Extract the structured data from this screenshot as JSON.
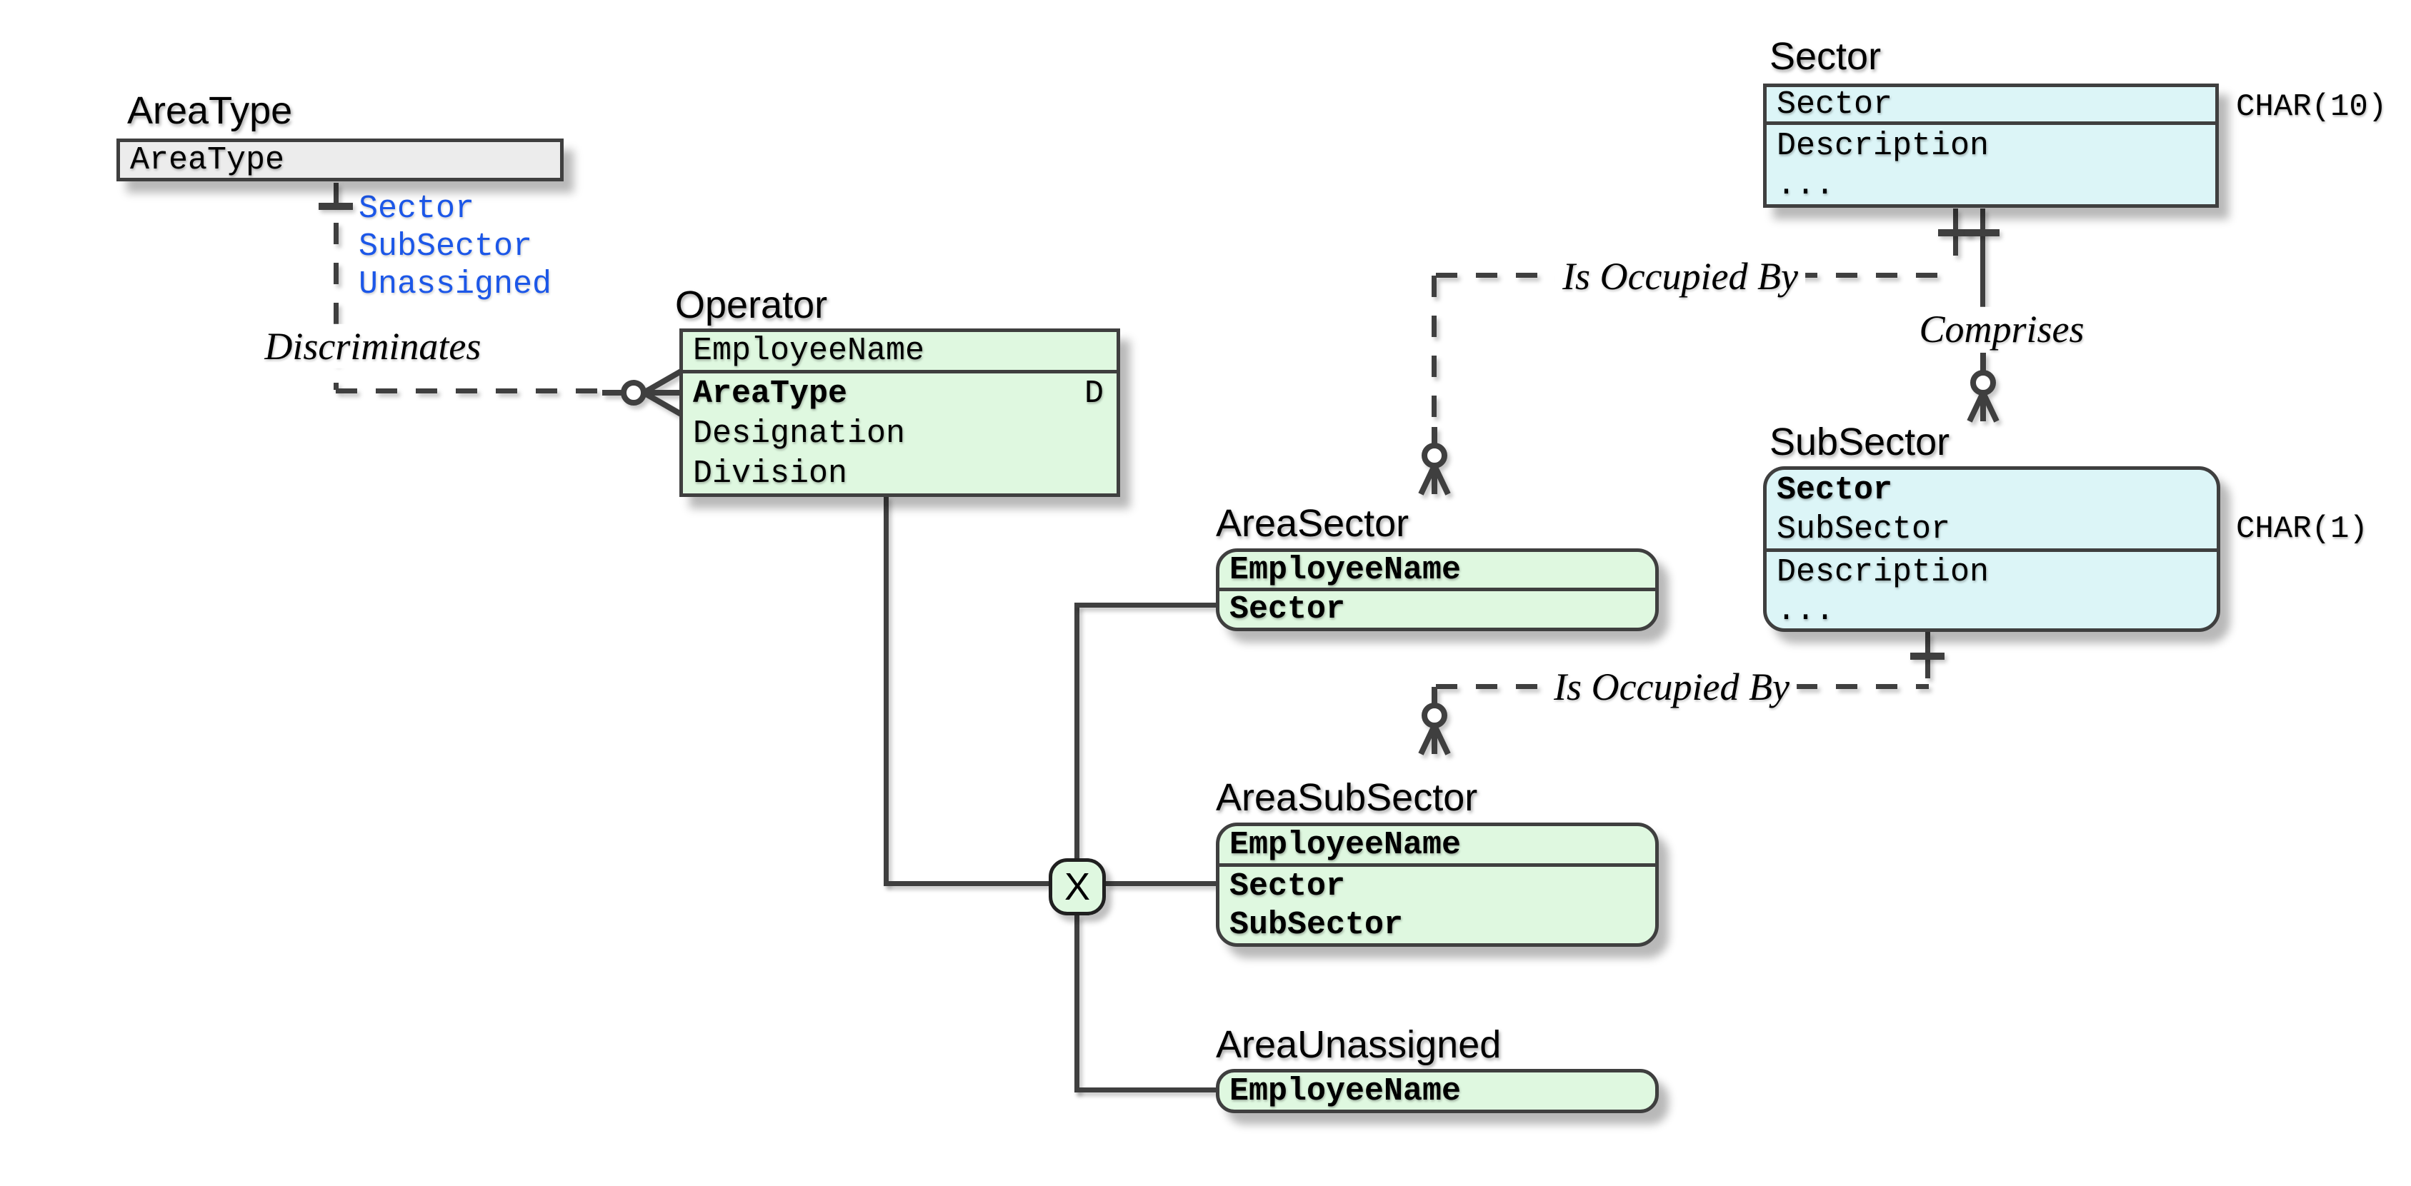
{
  "colors": {
    "entity_green": "#dff8e0",
    "entity_cyan": "#dcf5f7",
    "entity_gray": "#ececec",
    "line_dark": "#3f3f3f",
    "attribute_blue": "#1c57e8",
    "background": "#ffffff"
  },
  "entities": {
    "area_type": {
      "title": "AreaType",
      "fields": [
        "AreaType"
      ]
    },
    "operator": {
      "title": "Operator",
      "fields": [
        "EmployeeName",
        "AreaType",
        "Designation",
        "Division"
      ],
      "discriminator_tag": "D"
    },
    "sector": {
      "title": "Sector",
      "fields": [
        "Sector",
        "Description",
        "..."
      ],
      "type_annotation": "CHAR(10)"
    },
    "sub_sector": {
      "title": "SubSector",
      "fields": [
        "Sector",
        "SubSector",
        "Description",
        "..."
      ],
      "type_annotation": "CHAR(1)"
    },
    "area_sector": {
      "title": "AreaSector",
      "fields": [
        "EmployeeName",
        "Sector"
      ]
    },
    "area_sub_sector": {
      "title": "AreaSubSector",
      "fields": [
        "EmployeeName",
        "Sector",
        "SubSector"
      ]
    },
    "area_unassigned": {
      "title": "AreaUnassigned",
      "fields": [
        "EmployeeName"
      ]
    },
    "xor_junction": {
      "label": "X"
    }
  },
  "relationships": {
    "discriminates": "Discriminates",
    "is_occupied_by_sector": "Is Occupied By",
    "comprises": "Comprises",
    "is_occupied_by_subsector": "Is Occupied By"
  },
  "discriminator_values": [
    "Sector",
    "SubSector",
    "Unassigned"
  ]
}
